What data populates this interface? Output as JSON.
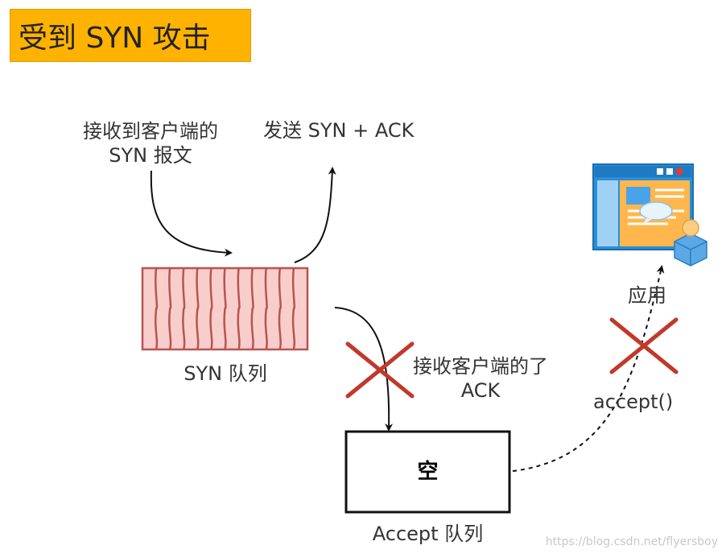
{
  "title": "受到 SYN 攻击",
  "labels": {
    "receive_syn_line1": "接收到客户端的",
    "receive_syn_line2": "SYN 报文",
    "send_synack": "发送 SYN + ACK",
    "syn_queue": "SYN 队列",
    "receive_ack_line1": "接收客户端的了",
    "receive_ack_line2": "ACK",
    "accept_queue": "Accept 队列",
    "accept_box": "空",
    "accept_call": "accept()",
    "application": "应用"
  },
  "icons": {
    "app_window": "application-window-icon",
    "user": "user-icon"
  },
  "colors": {
    "title_bg": "#ffb300",
    "queue_fill": "#f8cecc",
    "queue_stroke": "#b85450",
    "cross": "#c0392b"
  },
  "watermark": "https://blog.csdn.net/flyersboy"
}
